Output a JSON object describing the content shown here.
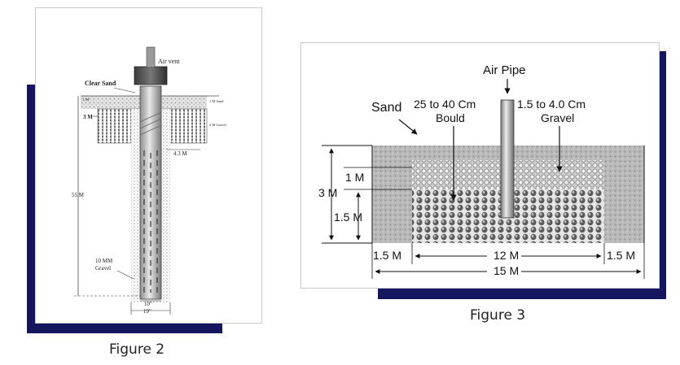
{
  "figure2": {
    "caption": "Figure 2",
    "labels": {
      "air_vent": "Air vent",
      "clear_sand": "Clear Sand",
      "top_mark": "1 M",
      "depth_3m": "3 M",
      "side_upper": "1 M Sand",
      "side_lower": "2 M Gravel",
      "width_43": "4.3 M",
      "depth_55": "55 M",
      "gravel": "10 MM Gravel",
      "dia_inner": "10\"",
      "dia_outer": "19\""
    }
  },
  "figure3": {
    "caption": "Figure 3",
    "labels": {
      "air_pipe": "Air Pipe",
      "sand": "Sand",
      "boulder_line1": "25 to 40 Cm",
      "boulder_line2": "Bould",
      "gravel_line1": "1.5 to 4.0 Cm",
      "gravel_line2": "Gravel",
      "depth_1m": "1 M",
      "depth_3m": "3 M",
      "depth_15m": "1.5 M",
      "width_left": "1.5 M",
      "width_center": "12 M",
      "width_right": "1.5 M",
      "width_total": "15 M"
    }
  },
  "colors": {
    "shadow": "#16165e",
    "frame_border": "#c9c9c9"
  }
}
